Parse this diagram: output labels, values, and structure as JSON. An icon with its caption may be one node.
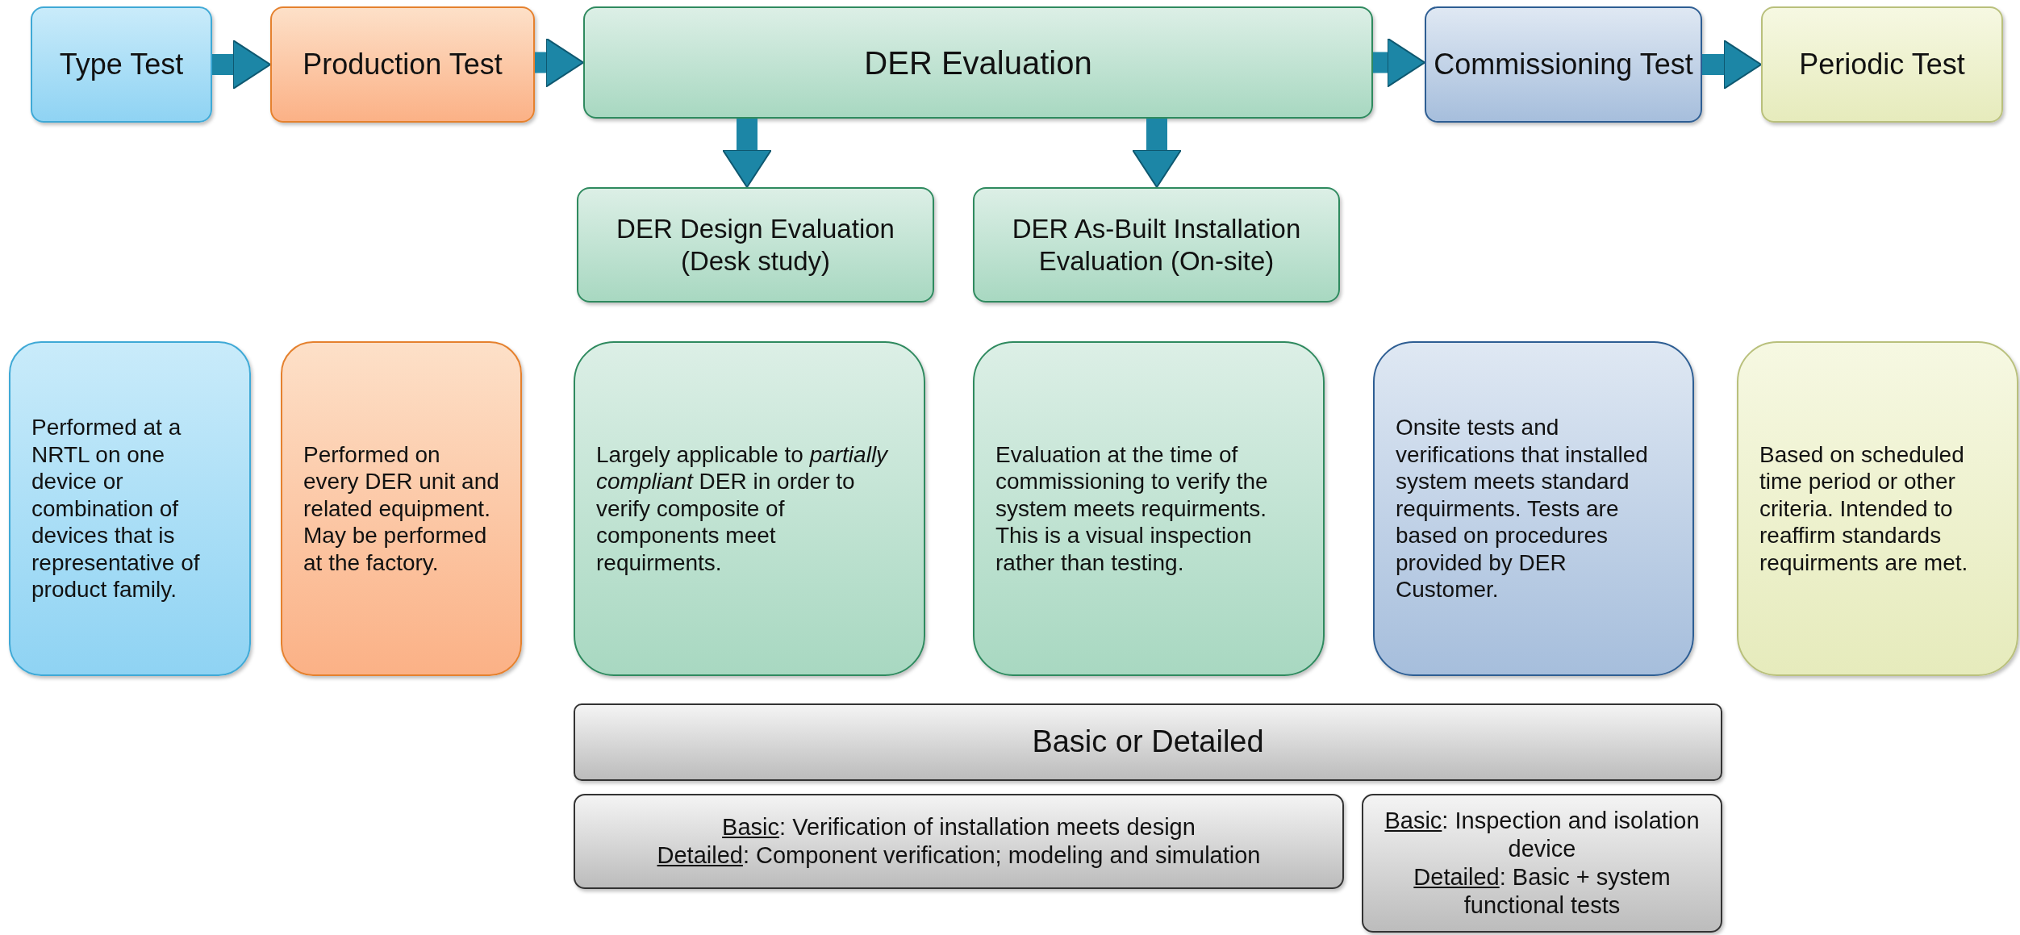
{
  "diagram": {
    "nodes": [
      {
        "text": [
          "Type Test"
        ]
      },
      {
        "text": [
          "Production Test"
        ]
      },
      {
        "text": [
          "DER Evaluation"
        ]
      },
      {
        "text": [
          "Commissioning Test"
        ]
      },
      {
        "text": [
          "Periodic Test"
        ]
      },
      {
        "text": [
          "DER Design Evaluation (Desk study)"
        ]
      },
      {
        "text": [
          "DER As-Built Installation Evaluation (On-site)"
        ]
      },
      {
        "text": [
          "Performed at a NRTL on one device or combination of devices that is representative of product family."
        ]
      },
      {
        "text": [
          "Performed on every DER unit and related equipment. May be performed at the factory."
        ]
      },
      {
        "text": [
          "Largely applicable to *partially compliant* DER in order to verify composite of components meet requirments."
        ]
      },
      {
        "text": [
          "Evaluation at the time of commissioning to verify the system meets requirments. This is a visual inspection rather than testing."
        ]
      },
      {
        "text": [
          "Onsite tests and verifications that installed system meets standard requirments. Tests are based on procedures provided by DER Customer."
        ]
      },
      {
        "text": [
          "Based on scheduled time period or other criteria. Intended to reaffirm standards requirments are met."
        ]
      },
      {
        "text": [
          "Basic or Detailed"
        ]
      },
      {
        "text": [
          "Basic: Verification of installation meets design",
          "Detailed: Component verification; modeling and simulation"
        ]
      },
      {
        "text": [
          "Basic: Inspection and isolation device",
          "Detailed: Basic + system functional tests"
        ]
      }
    ],
    "edges": [
      {
        "from": 0,
        "to": 1,
        "arrow": "to"
      },
      {
        "from": 1,
        "to": 2,
        "arrow": "to"
      },
      {
        "from": 2,
        "to": 3,
        "arrow": "to"
      },
      {
        "from": 3,
        "to": 4,
        "arrow": "to"
      },
      {
        "from": 2,
        "to": 5,
        "arrow": "to"
      },
      {
        "from": 2,
        "to": 6,
        "arrow": "to"
      }
    ]
  }
}
